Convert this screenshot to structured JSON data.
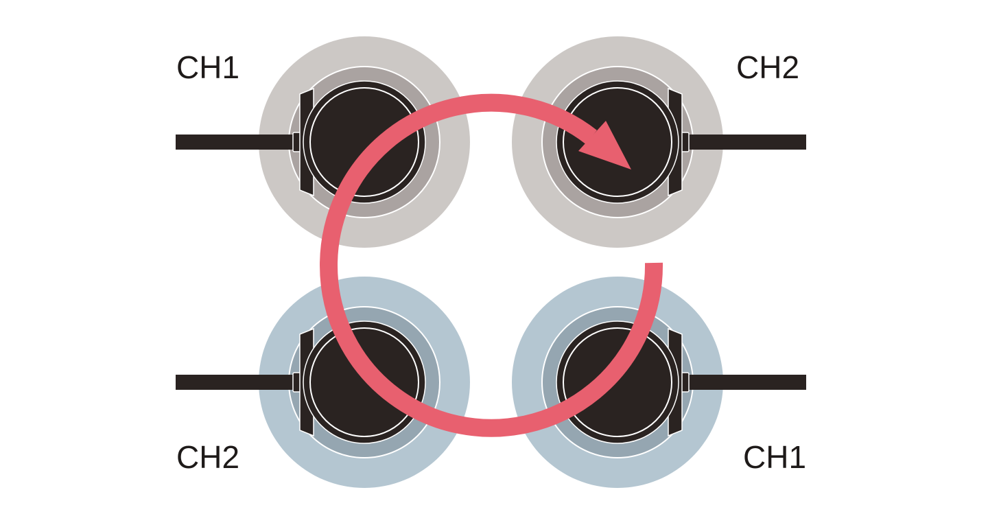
{
  "labels": {
    "top_left": "CH1",
    "top_right": "CH2",
    "bottom_left": "CH2",
    "bottom_right": "CH1"
  },
  "colors": {
    "gray_outer": "#ccc8c5",
    "gray_mid": "#aaa3a1",
    "blue_outer": "#b4c6d1",
    "blue_mid": "#95a6b1",
    "driver": "#2a2321",
    "arrow": "#e8606f"
  }
}
